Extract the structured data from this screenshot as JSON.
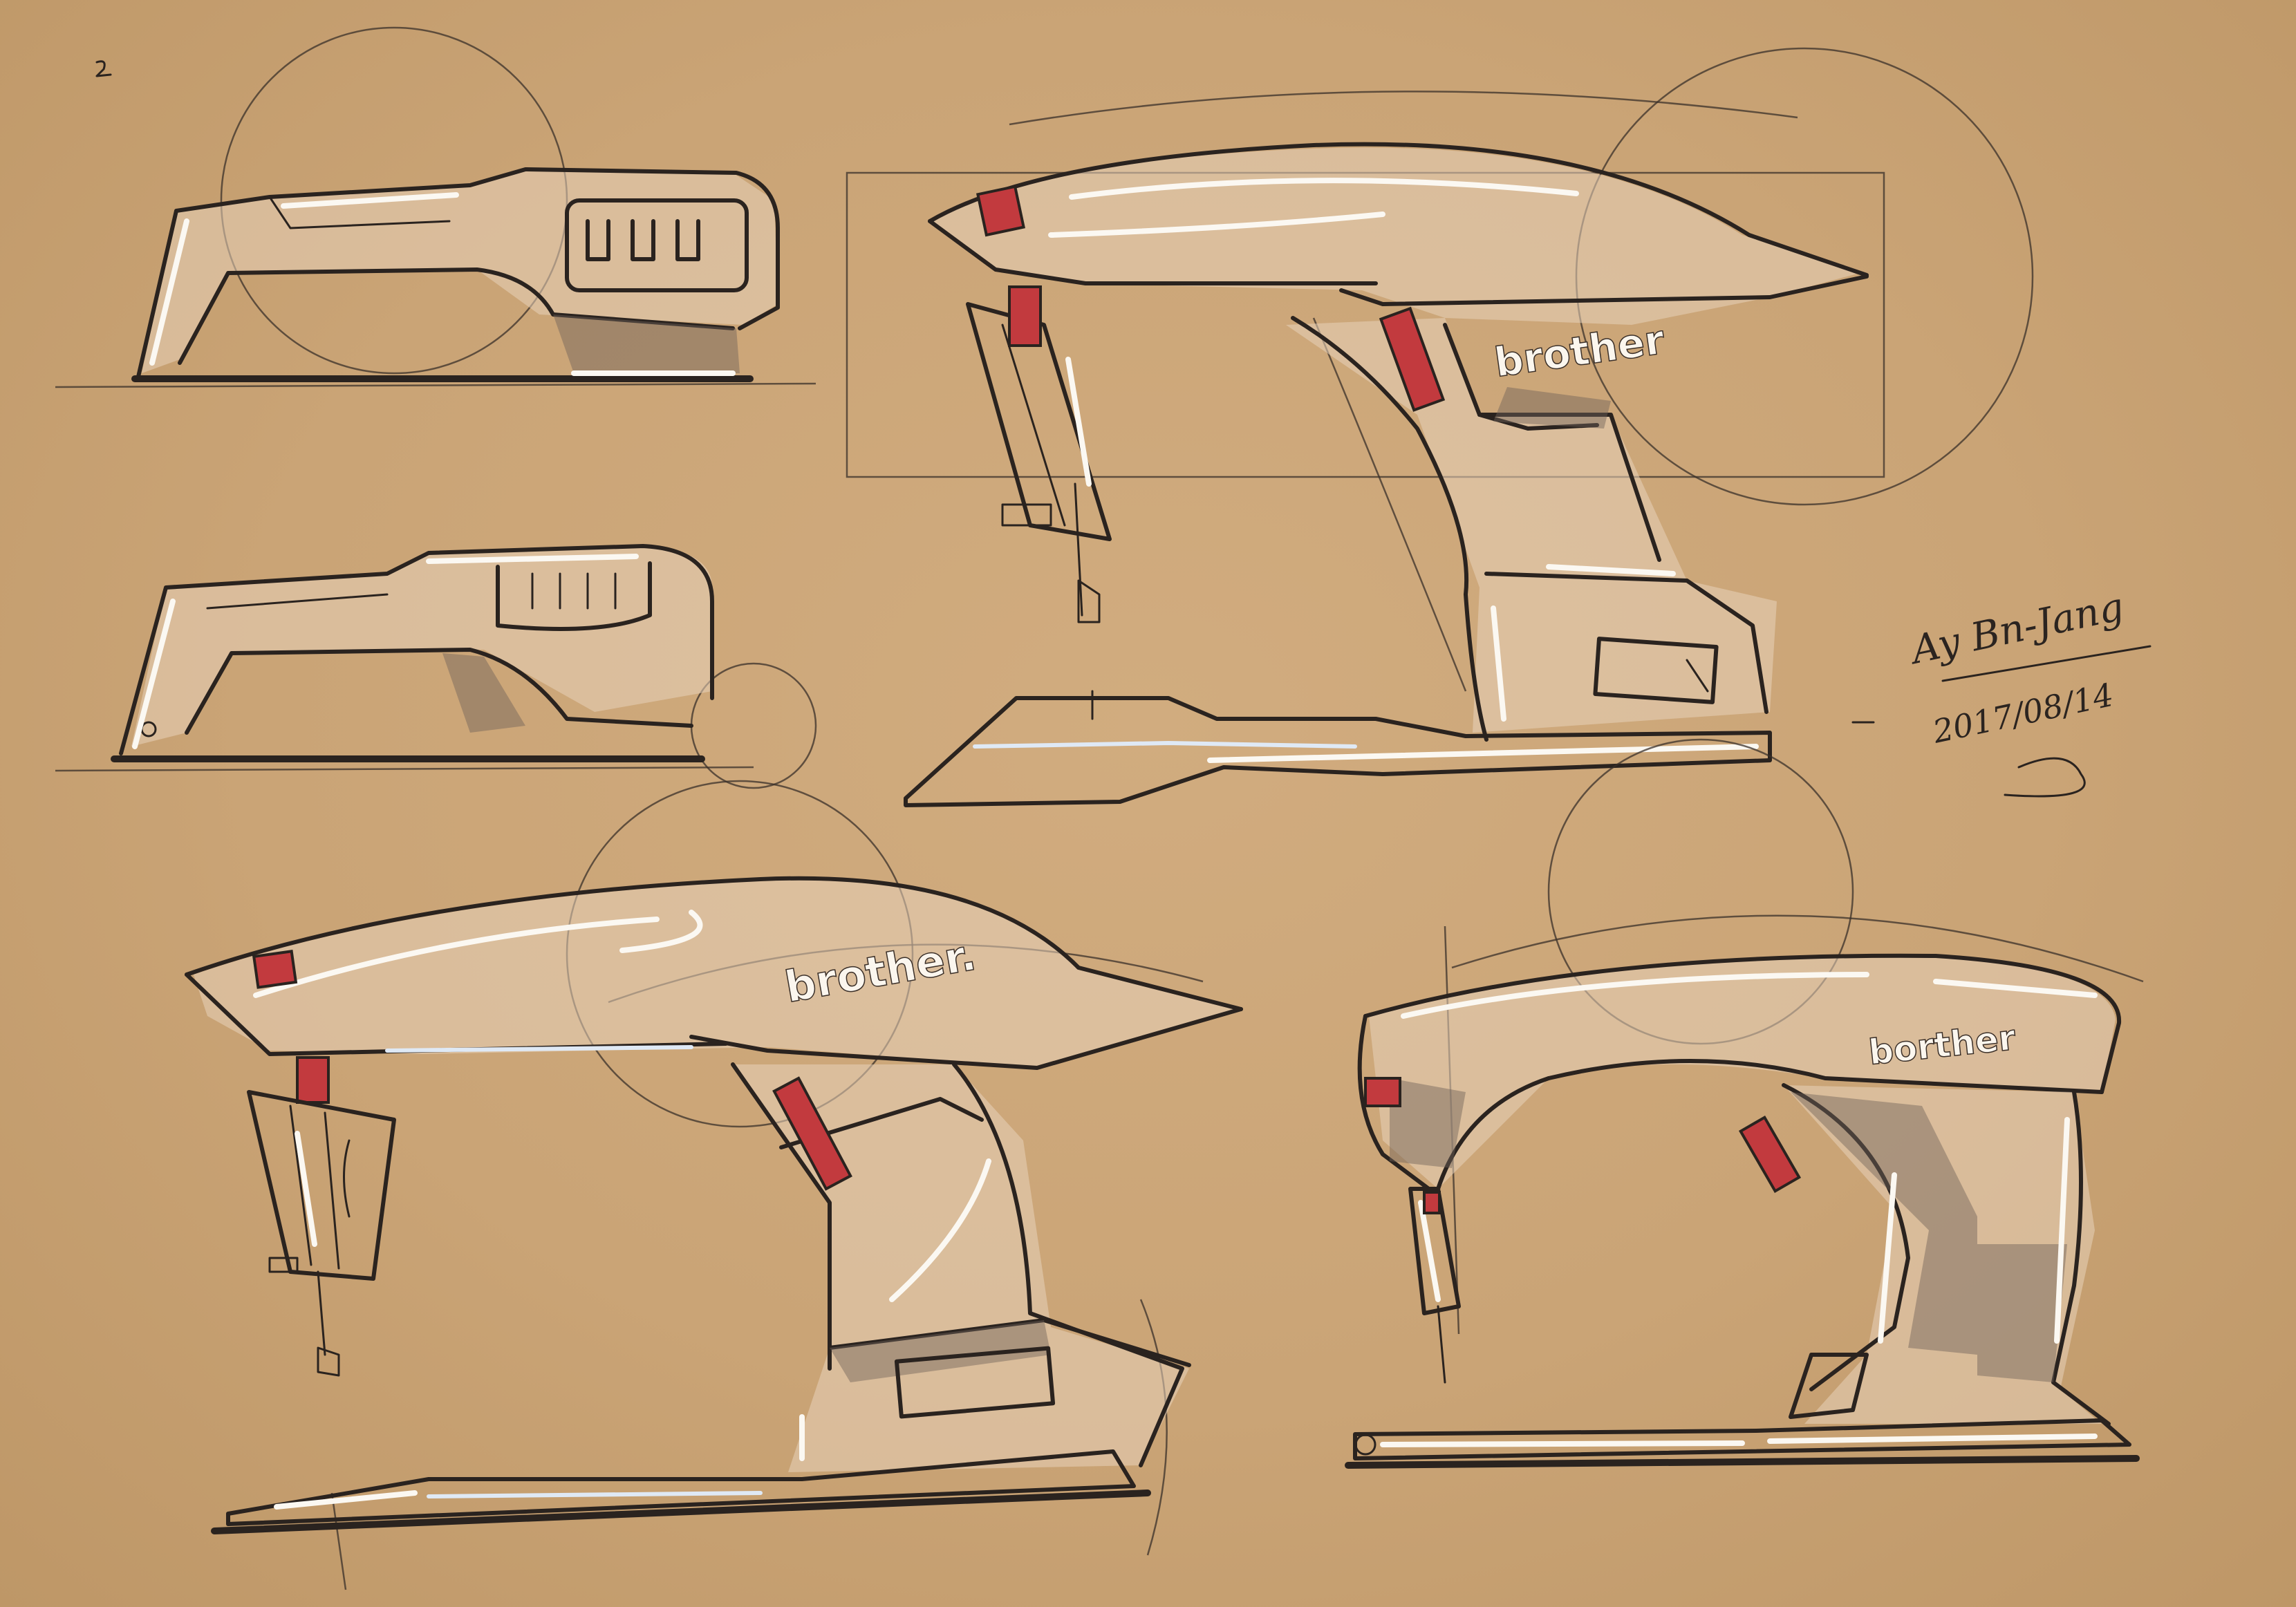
{
  "sketches": [
    {
      "name": "sketch-side-view-top-left-1"
    },
    {
      "name": "sketch-side-view-top-left-2"
    },
    {
      "name": "sketch-main-view-top-right",
      "brand_text": "brother"
    },
    {
      "name": "sketch-perspective-bottom-left",
      "brand_text": "brother."
    },
    {
      "name": "sketch-perspective-bottom-right",
      "brand_text": "borther"
    }
  ],
  "signature": {
    "name_text": "Ay Bn-Jang",
    "date_text": "2017/08/14"
  },
  "colors": {
    "paper": "#caa476",
    "ink": "#2a231f",
    "highlight": "#fbf8f2",
    "accent_red": "#c23a3e"
  }
}
